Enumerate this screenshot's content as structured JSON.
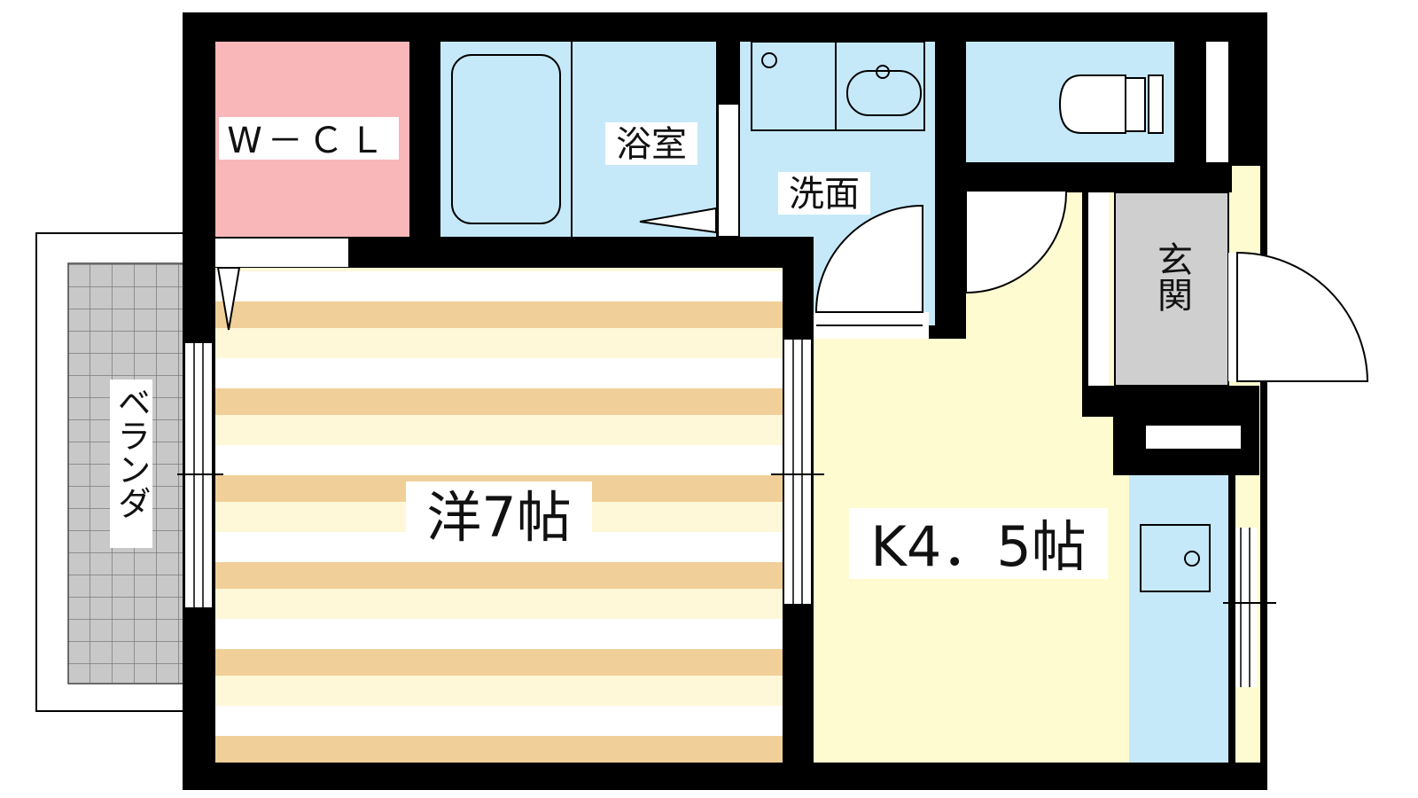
{
  "rooms": {
    "walk_in_closet": "W－ＣＬ",
    "bathroom": "浴室",
    "washroom": "洗面",
    "western_room": "洋7帖",
    "kitchen": "K4．5帖",
    "entrance": "玄関",
    "balcony": "ベランダ"
  },
  "colors": {
    "wall": "#000000",
    "closet": "#f9b7ba",
    "wet_area": "#c6e9f9",
    "kitchen_floor": "#fefbd0",
    "western_stripe": "#f0cf98",
    "western_base": "#fef8d8",
    "entrance_floor": "#cfcfcf",
    "balcony_grid": "#c8c8c8",
    "balcony_line": "#7a7a7a"
  }
}
